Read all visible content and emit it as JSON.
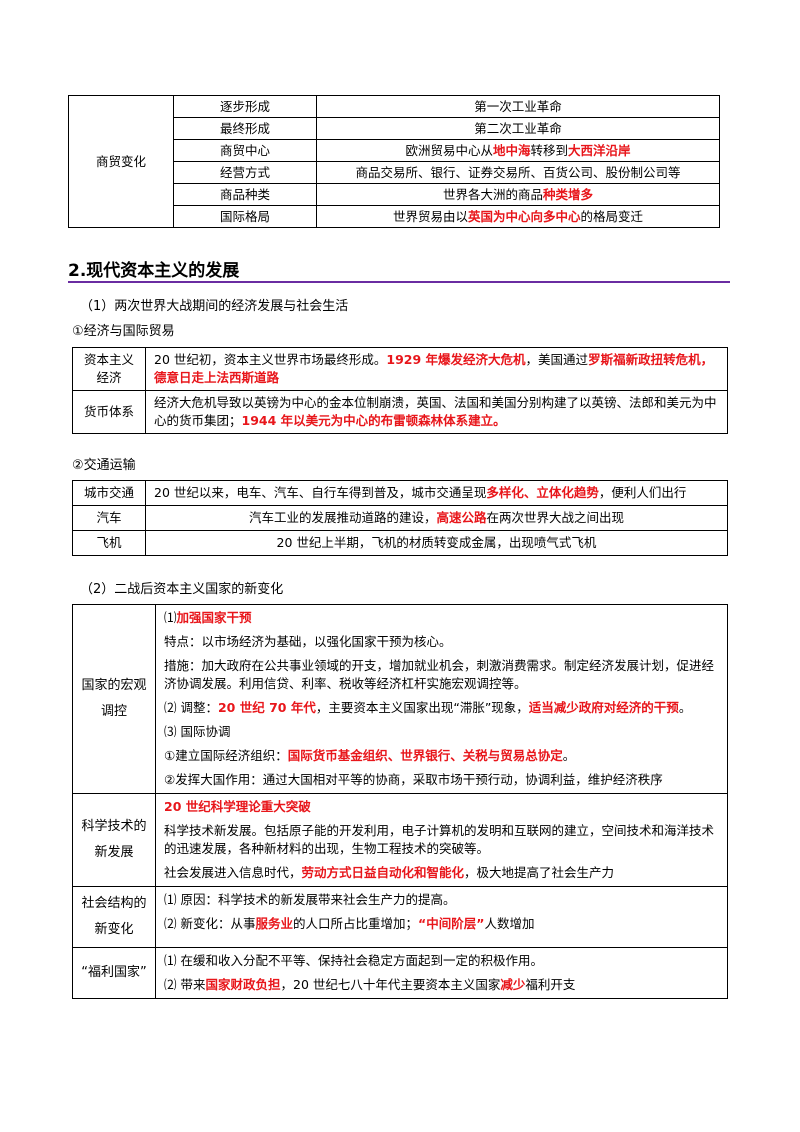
{
  "trade_table": {
    "category": "商贸变化",
    "rows": [
      {
        "item": "逐步形成",
        "content": "第一次工业革命"
      },
      {
        "item": "最终形成",
        "content": "第二次工业革命"
      },
      {
        "item": "商贸中心",
        "pre": "欧洲贸易中心从",
        "r1": "地中海",
        "mid": "转移到",
        "r2": "大西洋沿岸"
      },
      {
        "item": "经营方式",
        "content": "商品交易所、银行、证券交易所、百货公司、股份制公司等"
      },
      {
        "item": "商品种类",
        "pre": "世界各大洲的商品",
        "r1": "种类增多"
      },
      {
        "item": "国际格局",
        "pre": "世界贸易由以",
        "r1": "英国为中心向多中心",
        "post": "的格局变迁"
      }
    ]
  },
  "section_title": "2.现代资本主义的发展",
  "sub1": "（1）两次世界大战期间的经济发展与社会生活",
  "sub1a": "①经济与国际贸易",
  "econ_table": {
    "row1_label": "资本主义经济",
    "row1_pre": "20 世纪初，资本主义世界市场最终形成。",
    "row1_r1": "1929 年爆发经济大危机",
    "row1_mid": "，美国通过",
    "row1_r2": "罗斯福新政扭转危机，德意日走上法西斯道路",
    "row2_label": "货币体系",
    "row2_pre": "经济大危机导致以英镑为中心的金本位制崩溃，英国、法国和美国分别构建了以英镑、法郎和美元为中心的货币集团；",
    "row2_r1": "1944 年以美元为中心的布雷顿森林体系建立。"
  },
  "sub1b": "②交通运输",
  "transport_table": {
    "row1_label": "城市交通",
    "row1_pre": "20 世纪以来，电车、汽车、自行车得到普及，城市交通呈现",
    "row1_r1": "多样化、立体化趋势",
    "row1_post": "，便利人们出行",
    "row2_label": "汽车",
    "row2_pre": "汽车工业的发展推动道路的建设，",
    "row2_r1": "高速公路",
    "row2_post": "在两次世界大战之间出现",
    "row3_label": "飞机",
    "row3_text": "20 世纪上半期，飞机的材质转变成金属，出现喷气式飞机"
  },
  "sub2": "（2）二战后资本主义国家的新变化",
  "postwar_table": {
    "macro_label": "国家的宏观调控",
    "macro_p1_pre": "⑴",
    "macro_p1_r": "加强国家干预",
    "macro_p2": "特点：以市场经济为基础，以强化国家干预为核心。",
    "macro_p3": "措施：加大政府在公共事业领域的开支，增加就业机会，刺激消费需求。制定经济发展计划，促进经济协调发展。利用信贷、利率、税收等经济杠杆实施宏观调控等。",
    "macro_p4_pre": "⑵ 调整：",
    "macro_p4_r1": "20 世纪 70 年代",
    "macro_p4_mid": "，主要资本主义国家出现“滞胀”现象，",
    "macro_p4_r2": "适当减少政府对经济的干预",
    "macro_p4_post": "。",
    "macro_p5": "⑶ 国际协调",
    "macro_p6_pre": "①建立国际经济组织：",
    "macro_p6_r": "国际货币基金组织、世界银行、关税与贸易总协定",
    "macro_p6_post": "。",
    "macro_p7": "②发挥大国作用：通过大国相对平等的协商，采取市场干预行动，协调利益，维护经济秩序",
    "sci_label": "科学技术的新发展",
    "sci_p1_r": "20 世纪科学理论重大突破",
    "sci_p2": "科学技术新发展。包括原子能的开发利用，电子计算机的发明和互联网的建立，空间技术和海洋技术的迅速发展，各种新材料的出现，生物工程技术的突破等。",
    "sci_p3_pre": "社会发展进入信息时代，",
    "sci_p3_r": "劳动方式日益自动化和智能化",
    "sci_p3_post": "，极大地提高了社会生产力",
    "social_label": "社会结构的新变化",
    "social_p1": "⑴ 原因：科学技术的新发展带来社会生产力的提高。",
    "social_p2_pre": "⑵ 新变化：从事",
    "social_p2_r1": "服务业",
    "social_p2_mid": "的人口所占比重增加；",
    "social_p2_r2": "“中间阶层”",
    "social_p2_post": "人数增加",
    "welfare_label": "“福利国家”",
    "welfare_p1": "⑴ 在缓和收入分配不平等、保持社会稳定方面起到一定的积极作用。",
    "welfare_p2_pre": "⑵ 带来",
    "welfare_p2_r1": "国家财政负担",
    "welfare_p2_mid": "，20 世纪七八十年代主要资本主义国家",
    "welfare_p2_r2": "减少",
    "welfare_p2_post": "福利开支"
  },
  "colors": {
    "highlight": "#e8161b",
    "heading_bar": "#6a2ca1"
  }
}
